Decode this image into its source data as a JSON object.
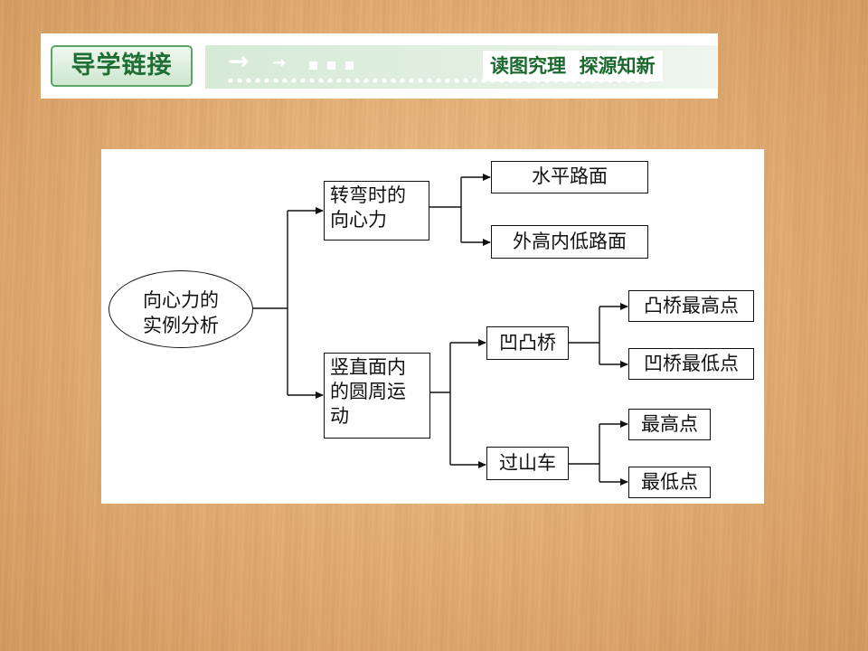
{
  "header": {
    "tag": "导学链接",
    "slogan": "读图究理  探源知新"
  },
  "diagram": {
    "root": "向心力的\n实例分析",
    "branch_turning": "转弯时的\n向心力",
    "turning_flat": "水平路面",
    "turning_banked": "外高内低路面",
    "branch_vertical": "竖直面内\n的圆周运\n动",
    "bridge": "凹凸桥",
    "bridge_top": "凸桥最高点",
    "bridge_bottom": "凹桥最低点",
    "coaster": "过山车",
    "coaster_top": "最高点",
    "coaster_bottom": "最低点"
  }
}
